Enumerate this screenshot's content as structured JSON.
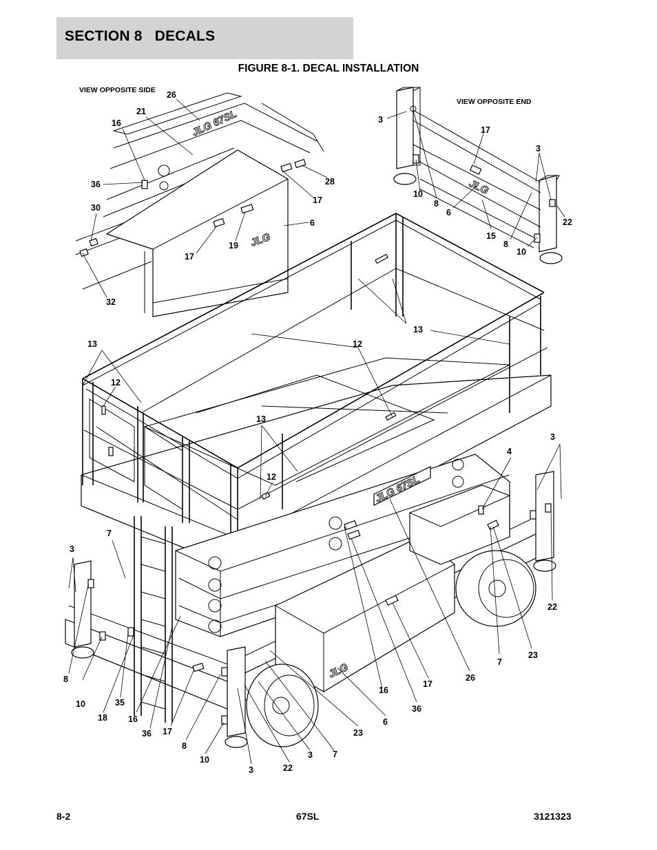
{
  "header": {
    "section_title": "SECTION 8   DECALS",
    "figure_title": "FIGURE 8-1. DECAL INSTALLATION"
  },
  "diagram": {
    "views": {
      "opposite_side": "VIEW OPPOSITE SIDE",
      "opposite_end": "VIEW OPPOSITE END"
    },
    "logos": [
      "JLG 67SL",
      "JLG",
      "JLG",
      "JLG 67SL",
      "JLG"
    ],
    "callouts": {
      "side_view": [
        "26",
        "21",
        "16",
        "36",
        "30",
        "32",
        "17",
        "19",
        "6",
        "17",
        "28"
      ],
      "end_view": [
        "3",
        "17",
        "3",
        "10",
        "8",
        "6",
        "15",
        "8",
        "10",
        "22"
      ],
      "main": [
        "13",
        "12",
        "13",
        "12",
        "13",
        "12",
        "3",
        "4",
        "7",
        "3",
        "8",
        "10",
        "35",
        "18",
        "16",
        "36",
        "17",
        "8",
        "10",
        "3",
        "22",
        "3",
        "7",
        "23",
        "6",
        "16",
        "36",
        "17",
        "26",
        "7",
        "23",
        "22"
      ]
    }
  },
  "footer": {
    "page": "8-2",
    "model": "67SL",
    "doc_number": "3121323"
  }
}
